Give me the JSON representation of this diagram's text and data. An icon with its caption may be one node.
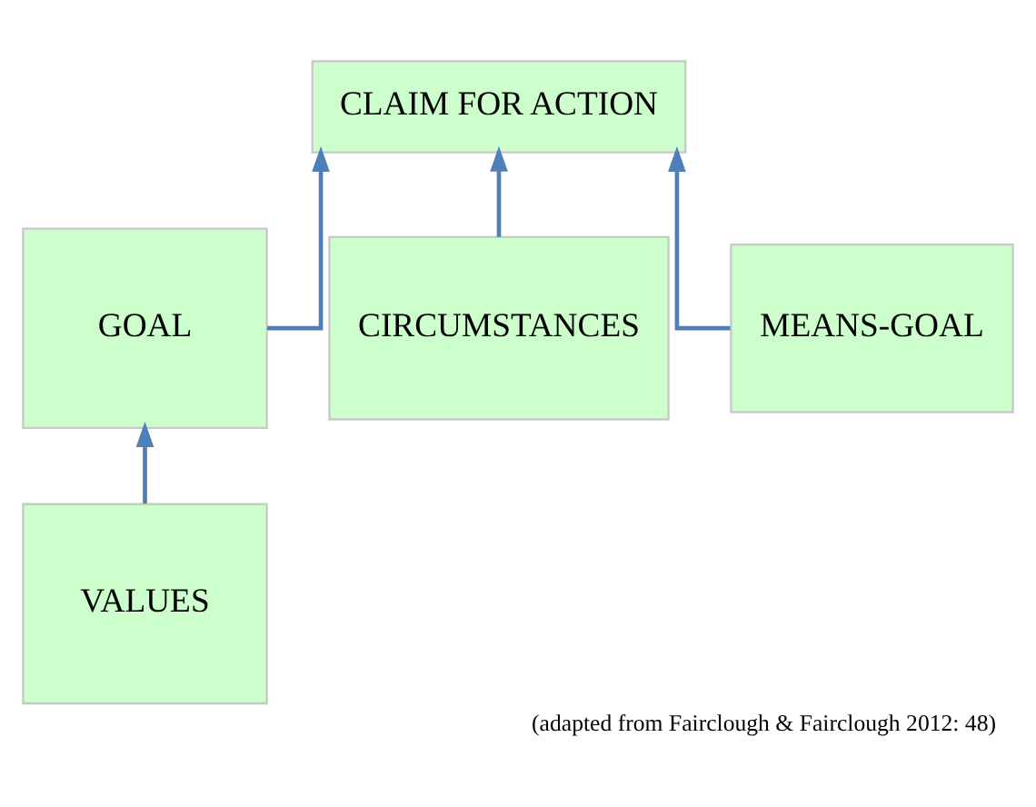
{
  "diagram": {
    "caption": "(adapted from Fairclough & Fairclough 2012: 48)",
    "nodes": [
      {
        "text": [
          "CLAIM FOR ACTION"
        ]
      },
      {
        "text": [
          "GOAL"
        ]
      },
      {
        "text": [
          "CIRCUMSTANCES"
        ]
      },
      {
        "text": [
          "MEANS-GOAL"
        ]
      },
      {
        "text": [
          "VALUES"
        ]
      }
    ],
    "edges": [
      {
        "from": 1,
        "to": 0,
        "arrow": "to"
      },
      {
        "from": 2,
        "to": 0,
        "arrow": "to"
      },
      {
        "from": 3,
        "to": 0,
        "arrow": "to"
      },
      {
        "from": 4,
        "to": 1,
        "arrow": "to"
      }
    ]
  }
}
